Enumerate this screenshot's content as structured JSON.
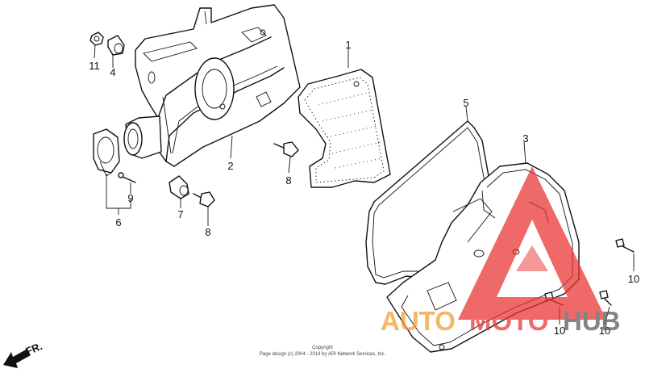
{
  "callouts": [
    {
      "id": "1",
      "label": "1"
    },
    {
      "id": "2",
      "label": "2"
    },
    {
      "id": "3",
      "label": "3"
    },
    {
      "id": "4",
      "label": "4"
    },
    {
      "id": "5",
      "label": "5"
    },
    {
      "id": "6",
      "label": "6"
    },
    {
      "id": "7",
      "label": "7"
    },
    {
      "id": "8a",
      "label": "8"
    },
    {
      "id": "8b",
      "label": "8"
    },
    {
      "id": "9",
      "label": "9"
    },
    {
      "id": "10a",
      "label": "10"
    },
    {
      "id": "10b",
      "label": "10"
    },
    {
      "id": "10c",
      "label": "10"
    },
    {
      "id": "11",
      "label": "11"
    }
  ],
  "direction": {
    "label": "FR."
  },
  "copyright": {
    "line1": "Copyright",
    "line2": "Page design (c) 2004 - 2014 by ARI Network Services, Inc."
  },
  "watermark": {
    "text_auto": "AUTO",
    "text_moto": "MOTO",
    "text_hub": "HUB",
    "colors": {
      "red": "#e8302f",
      "orange": "#f29a2e",
      "gray": "#555555"
    }
  }
}
